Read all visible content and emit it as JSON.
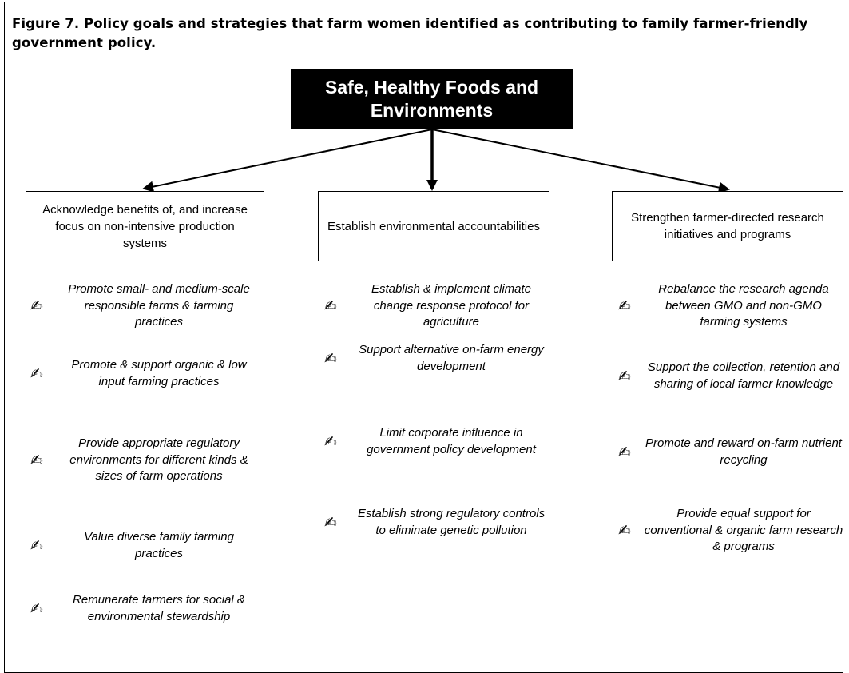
{
  "figure_title": "Figure 7.  Policy goals and strategies that farm women identified as contributing to family farmer-friendly government policy.",
  "root": {
    "label": "Safe, Healthy Foods and Environments"
  },
  "columns": [
    {
      "label": "Acknowledge benefits of, and increase focus on non-intensive production systems",
      "strategies": [
        "Promote small- and medium-scale responsible farms & farming practices",
        "Promote & support organic & low input farming practices",
        "Provide appropriate regulatory environments for different kinds & sizes of farm operations",
        "Value diverse family farming practices",
        "Remunerate farmers for social & environmental stewardship"
      ]
    },
    {
      "label": "Establish environmental accountabilities",
      "strategies": [
        "Establish & implement climate change response protocol for agriculture",
        "Support alternative on-farm energy development",
        "Limit corporate influence in government policy development",
        "Establish strong regulatory controls to eliminate genetic pollution"
      ]
    },
    {
      "label": "Strengthen farmer-directed research initiatives and programs",
      "strategies": [
        "Rebalance the research agenda between GMO and non-GMO farming systems",
        "Support the collection, retention and sharing of local farmer knowledge",
        "Promote and reward on-farm nutrient recycling",
        "Provide equal support for conventional & organic farm research & programs"
      ]
    }
  ],
  "bullet_icon": "writing-hand-icon",
  "bullet_glyph": "✍"
}
